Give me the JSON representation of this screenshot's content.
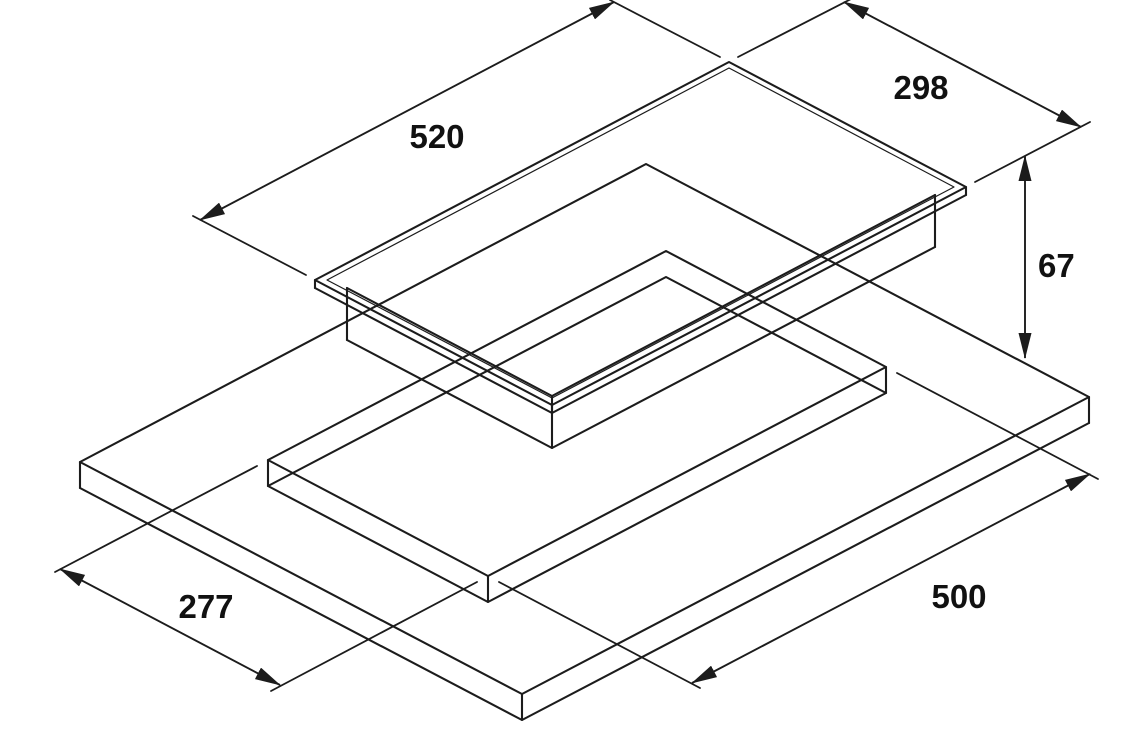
{
  "drawing": {
    "kind": "isometric installation cutout diagram",
    "colors": {
      "background": "#ffffff",
      "line": "#1c1c1c",
      "text": "#111111"
    },
    "dimensions": {
      "hob_width": "520",
      "hob_depth": "298",
      "installed_height": "67",
      "cutout_depth": "277",
      "cutout_width": "500"
    }
  }
}
